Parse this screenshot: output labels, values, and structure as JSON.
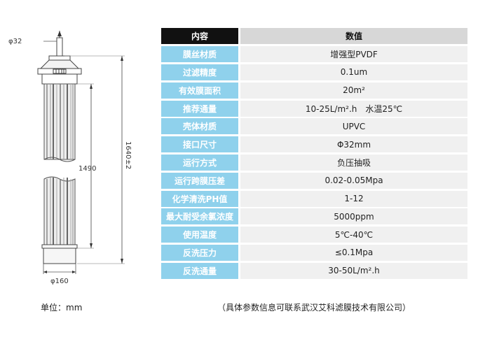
{
  "drawing": {
    "dim_top": "φ32",
    "dim_bottom": "φ160",
    "dim_total": "1640±2",
    "dim_body": "1490"
  },
  "table": {
    "header": {
      "label": "内容",
      "value": "数值"
    },
    "rows": [
      {
        "label": "膜丝材质",
        "value": "增强型PVDF"
      },
      {
        "label": "过滤精度",
        "value": "0.1um"
      },
      {
        "label": "有效膜面积",
        "value": "20m²"
      },
      {
        "label": "推荐通量",
        "value": "10-25L/m².h　水温25℃"
      },
      {
        "label": "壳体材质",
        "value": "UPVC"
      },
      {
        "label": "接口尺寸",
        "value": "Φ32mm"
      },
      {
        "label": "运行方式",
        "value": "负压抽吸"
      },
      {
        "label": "运行跨膜压差",
        "value": "0.02-0.05Mpa"
      },
      {
        "label": "化学清洗PH值",
        "value": "1-12"
      },
      {
        "label": "最大耐受余氯浓度",
        "value": "5000ppm"
      },
      {
        "label": "使用温度",
        "value": "5℃-40℃"
      },
      {
        "label": "反洗压力",
        "value": "≤0.1Mpa"
      },
      {
        "label": "反洗通量",
        "value": "30-50L/m².h"
      }
    ]
  },
  "footer": {
    "unit_label": "单位",
    "unit_sep": "：",
    "unit_value": "mm",
    "note": "（具体参数信息可联系武汉艾科滤膜技术有限公司）"
  }
}
